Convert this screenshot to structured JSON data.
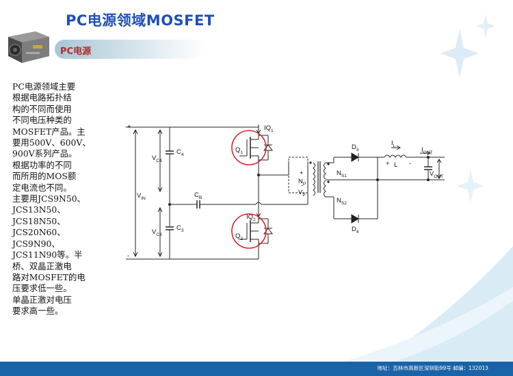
{
  "header": {
    "title": "PC电源领域MOSFET"
  },
  "section": {
    "label": "PC电源"
  },
  "body": {
    "lines": [
      "PC电源领域主要",
      "根据电路拓扑结",
      "构的不同而使用",
      "不同电压种类的",
      "MOSFET产品。主",
      "要用500V、600V、",
      "900V系列产品。",
      "根据功率的不同",
      "而所用的MOS额",
      "定电流也不同。",
      "主要用JCS9N50、",
      "JCS13N50、",
      "JCS18N50、",
      "JCS20N60、",
      "JCS9N90、",
      "JCS11N90等。半",
      "桥、双晶正激电",
      "路对MOSFET的电",
      "压要求低一些。",
      "单晶正激对电压",
      "要求高一些。"
    ]
  },
  "circuit": {
    "plus": "+",
    "minus": "-",
    "vin": "V",
    "vin_sub": "IN",
    "c4": "C",
    "c4_sub": "4",
    "c3": "C",
    "c3_sub": "3",
    "vc4": "V",
    "vc4_sub": "C4",
    "vc3": "V",
    "vc3_sub": "C3",
    "cb": "C",
    "cb_sub": "B",
    "iq1": "IQ",
    "iq1_sub": "1",
    "iq2": "IQ",
    "iq2_sub": "2",
    "q1": "Q",
    "q1_sub": "1",
    "q2": "Q",
    "q2_sub": "2",
    "np": "N",
    "np_sub": "P",
    "vp": "V",
    "vp_sub": "P",
    "ns1": "N",
    "ns1_sub": "S1",
    "ns2": "N",
    "ns2_sub": "S2",
    "d3": "D",
    "d3_sub": "3",
    "d4": "D",
    "d4_sub": "4",
    "il": "I",
    "il_sub": "L",
    "l": "L",
    "iout": "I",
    "iout_sub": "OUT",
    "vout": "V",
    "vout_sub": "OUT",
    "plus2": "+",
    "minus2": "-"
  },
  "footer": {
    "text": "地址：吉林市高新区深圳街99号   邮编：132013"
  },
  "colors": {
    "title": "#1f4fb8",
    "section_label": "#b42a2a",
    "footer_bg": "#1a63a8",
    "highlight": "#d8252a"
  }
}
